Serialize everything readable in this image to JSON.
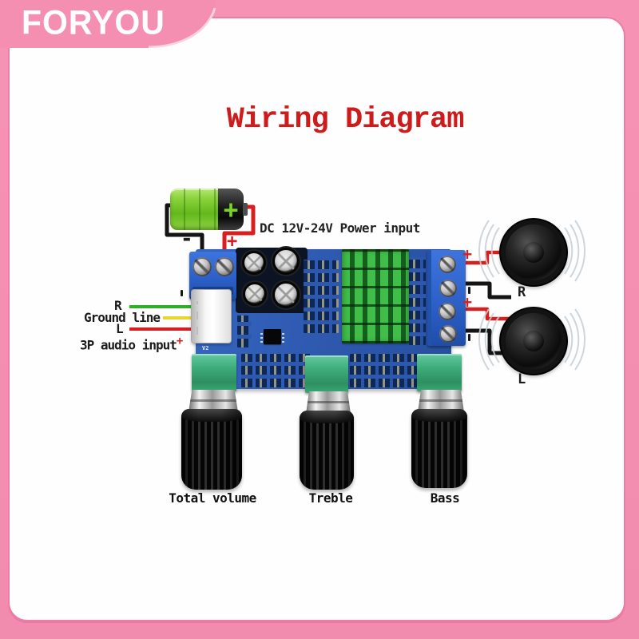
{
  "brand": {
    "logo_text": "FORYOU"
  },
  "title": "Wiring Diagram",
  "power": {
    "label": "DC 12V-24V Power input",
    "battery_plus_symbol": "+",
    "wire_minus": "-",
    "wire_plus": "+"
  },
  "audio_input": {
    "right_label": "R",
    "ground_label": "Ground line",
    "left_label": "L",
    "label": "3P audio input",
    "plus_mark": "+"
  },
  "board": {
    "version_text": "V2"
  },
  "speaker_outputs": {
    "right": {
      "plus": "+",
      "speaker_label": "R"
    },
    "left": {
      "plus": "+",
      "speaker_label": "L"
    }
  },
  "knobs": [
    {
      "label": "Total volume"
    },
    {
      "label": "Treble"
    },
    {
      "label": "Bass"
    }
  ],
  "colors": {
    "frame_pink": "#f58fb1",
    "title_red": "#ce1c1c",
    "pcb_blue": "#2d58ad",
    "heatsink_green": "#2f9e3a",
    "pot_green": "#3aa873",
    "wire_red": "#d81f1f",
    "wire_green": "#2fae27",
    "wire_yellow": "#e9d62c",
    "wire_black": "#141414"
  }
}
